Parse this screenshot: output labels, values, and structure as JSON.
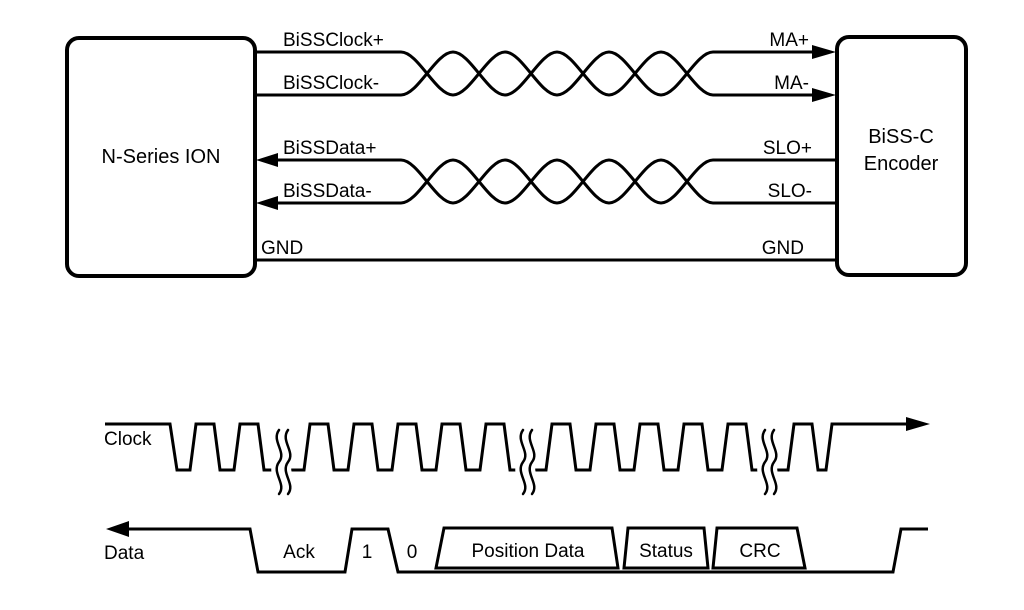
{
  "diagram": {
    "left_box": {
      "title": "N-Series ION"
    },
    "right_box": {
      "title_line1": "BiSS-C",
      "title_line2": "Encoder"
    },
    "wires": {
      "clock_plus_left": "BiSSClock+",
      "clock_minus_left": "BiSSClock-",
      "data_plus_left": "BiSSData+",
      "data_minus_left": "BiSSData-",
      "gnd_left": "GND",
      "clock_plus_right": "MA+",
      "clock_minus_right": "MA-",
      "data_plus_right": "SLO+",
      "data_minus_right": "SLO-",
      "gnd_right": "GND"
    },
    "timing": {
      "clock_label": "Clock",
      "data_label": "Data",
      "segments": {
        "ack": "Ack",
        "bit1": "1",
        "bit0": "0",
        "position": "Position Data",
        "status": "Status",
        "crc": "CRC"
      }
    },
    "colors": {
      "line": "#000000",
      "background": "#ffffff"
    }
  }
}
